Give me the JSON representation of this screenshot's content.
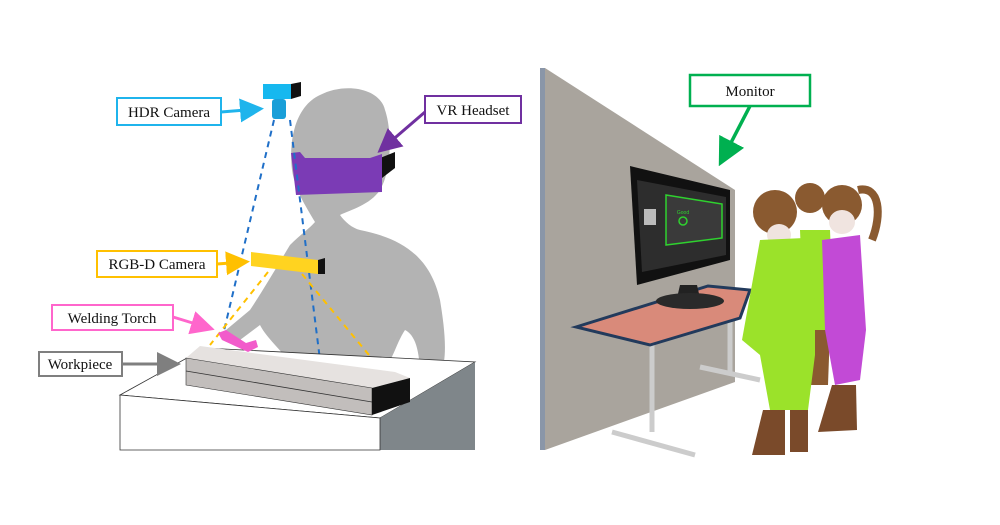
{
  "labels": {
    "hdr_camera": "HDR Camera",
    "vr_headset": "VR Headset",
    "rgbd_camera": "RGB-D Camera",
    "welding_torch": "Welding Torch",
    "workpiece": "Workpiece",
    "monitor": "Monitor"
  },
  "screen_text": "Good",
  "colors": {
    "hdr_camera": "#1fb4ec",
    "vr_headset": "#7030a0",
    "rgbd_camera": "#ffc000",
    "welding_torch": "#ff66cc",
    "workpiece": "#7f7f7f",
    "monitor": "#00b050",
    "sight_line_hdr": "#1f6fc8",
    "person_silhouette": "#b3b3b3",
    "wall": "#a9a49d",
    "table_top": "#d98a7a",
    "green_suit": "#9be22a",
    "purple_suit": "#c24ad6"
  }
}
